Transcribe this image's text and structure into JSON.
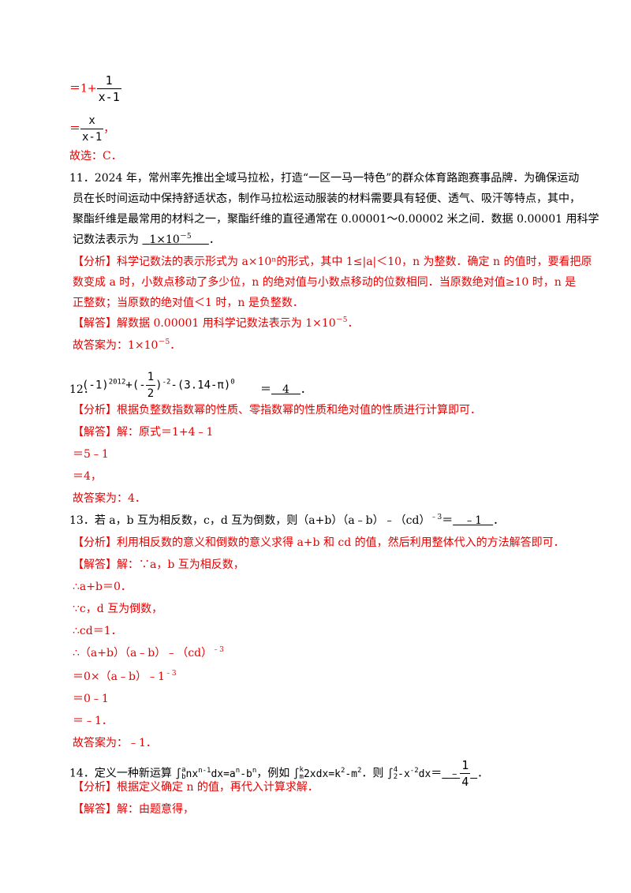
{
  "q10": {
    "l1_prefix": "＝1+",
    "l1_num": "1",
    "l1_den": "x-1",
    "l2_prefix": "＝",
    "l2_num": "x",
    "l2_den": "x-1",
    "l2_suffix": "，",
    "answer": "故选：C．"
  },
  "q11": {
    "num": "11．",
    "text1": "2024 年，常州率先推出全域马拉松，打造“一区一马一特色”的群众体育路跑赛事品牌．为确保运动",
    "text2": "员在长时间运动中保持舒适状态，制作马拉松运动服装的材料需要具有轻便、透气、吸汗等特点，其中，",
    "text3": "聚酯纤维是最常用的材料之一，聚酯纤维的直径通常在 0.00001～0.00002 米之间．数据 0.00001 用科学",
    "text4_prefix": "记数法表示为",
    "text4_blank": "1×10",
    "text4_exp": "－5",
    "text4_suffix": "．",
    "analysis1": "【分析】科学记数法的表示形式为 a×10ⁿ的形式，其中 1≤|a|＜10，n 为整数．确定 n 的值时，要看把原",
    "analysis2": "数变成 a 时，小数点移动了多少位，n 的绝对值与小数点移动的位数相同．当原数绝对值≥10 时，n 是",
    "analysis3": "正整数；当原数的绝对值＜1 时，n 是负整数．",
    "solution_prefix": "【解答】解数据 0.00001 用科学记数法表示为 1×10",
    "solution_exp": "－5",
    "solution_suffix": "．",
    "answer_prefix": "故答案为：1×10",
    "answer_exp": "－5",
    "answer_suffix": "．"
  },
  "q12": {
    "num": "12．",
    "expr_a": "(-1)",
    "expr_a_exp": "2012",
    "expr_b": "+(-",
    "frac_num": "1",
    "frac_den": "2",
    "expr_c": ")",
    "expr_c_exp": "-2",
    "expr_d": "-(3.14-π)",
    "expr_d_exp": "0",
    "eq": "＝",
    "blank": "　4　",
    "suffix": "．",
    "analysis": "【分析】根据负整数指数幂的性质、零指数幂的性质和绝对值的性质进行计算即可．",
    "solution": "【解答】解：原式＝1+4﹣1",
    "step1": "＝5﹣1",
    "step2": "＝4，",
    "answer": "故答案为：4．"
  },
  "q13": {
    "num": "13．",
    "text": "若 a，b 互为相反数，c，d 互为倒数，则（a+b）（a﹣b）﹣（cd）",
    "text_exp": "﹣3",
    "eq": "＝",
    "blank": "　﹣1　",
    "suffix": "．",
    "analysis": "【分析】利用相反数的意义和倒数的意义求得 a+b 和 cd 的值，然后利用整体代入的方法解答即可．",
    "solution": "【解答】解：∵a，b 互为相反数，",
    "s1": "∴a+b＝0．",
    "s2": "∵c，d 互为倒数，",
    "s3": "∴cd＝1．",
    "s4": "∴（a+b）（a﹣b）﹣（cd）",
    "s4_exp": "﹣3",
    "s5": "＝0×（a﹣b）﹣1",
    "s5_exp": "﹣3",
    "s6": "＝0﹣1",
    "s7": "＝﹣1．",
    "answer": "故答案为：﹣1．"
  },
  "q14": {
    "num": "14．",
    "text_a": "定义一种新运算",
    "int1": "∫",
    "int1_up": "a",
    "int1_lo": "b",
    "int1_body": "nx",
    "int1_exp": "n-1",
    "int1_rest": "dx=a",
    "int1_rest_exp": "n",
    "int1_rest2": "-b",
    "int1_rest2_exp": "n",
    "text_b": "，例如",
    "int2": "∫",
    "int2_up": "k",
    "int2_lo": "m",
    "int2_body": "2xdx=k",
    "int2_exp": "2",
    "int2_rest": "-m",
    "int2_rest_exp": "2",
    "text_c": "．则",
    "int3": "∫",
    "int3_up": "4",
    "int3_lo": "2",
    "int3_body": "-x",
    "int3_exp": "-2",
    "int3_rest": "dx",
    "eq": "＝",
    "blank_sign": "﹣",
    "blank_num": "1",
    "blank_den": "4",
    "suffix": "．",
    "analysis": "【分析】根据定义确定 n 的值，再代入计算求解．",
    "solution": "【解答】解：由题意得，"
  }
}
